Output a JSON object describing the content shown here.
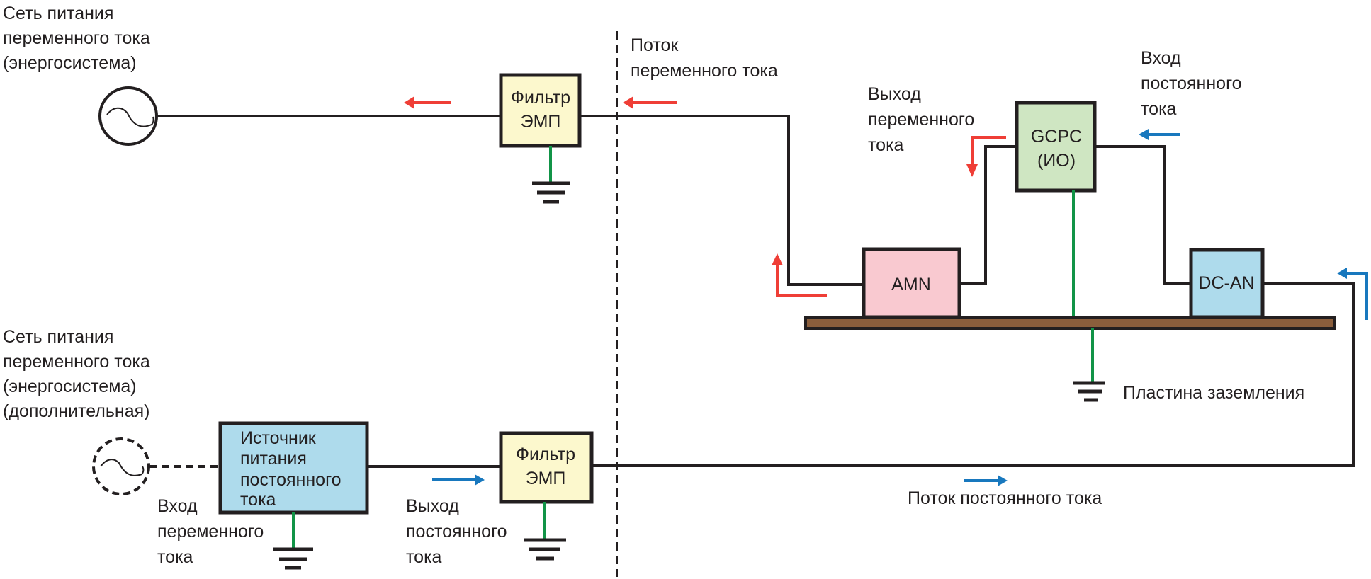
{
  "colors": {
    "ac_flow": "#ef3e36",
    "dc_flow": "#1878be",
    "ground_wire": "#119447",
    "emi_filter_fill": "#fcf8cd",
    "gcpc_fill": "#cfe6c2",
    "amn_fill": "#f9c9d0",
    "dc_box_fill": "#aedbec",
    "ground_plate_fill": "#8b5e3c",
    "line": "#231f20"
  },
  "labels": {
    "ac_grid_main": [
      "Сеть питания",
      "переменного тока",
      "(энергосистема)"
    ],
    "ac_grid_aux": [
      "Сеть питания",
      "переменного тока",
      "(энергосистема)",
      "(дополнительная)"
    ],
    "ac_flow": [
      "Поток",
      "переменного тока"
    ],
    "ac_output": [
      "Выход",
      "переменного",
      "тока"
    ],
    "dc_input_top": [
      "Вход",
      "постоянного",
      "тока"
    ],
    "ground_plate": "Пластина заземления",
    "ac_input": [
      "Вход",
      "переменного",
      "тока"
    ],
    "dc_output": [
      "Выход",
      "постоянного",
      "тока"
    ],
    "dc_flow": "Поток постоянного тока"
  },
  "boxes": {
    "emi_filter_top": [
      "Фильтр",
      "ЭМП"
    ],
    "emi_filter_bottom": [
      "Фильтр",
      "ЭМП"
    ],
    "gcpc": [
      "GCPC",
      "(ИО)"
    ],
    "amn": "AMN",
    "dc_an": "DC-AN",
    "dc_power_supply": [
      "Источник",
      "питания",
      "постоянного",
      "тока"
    ]
  },
  "icons": {
    "ac_source_main": "ac-source-icon",
    "ac_source_aux": "ac-source-dashed-icon",
    "ground": "ground-symbol-icon"
  }
}
